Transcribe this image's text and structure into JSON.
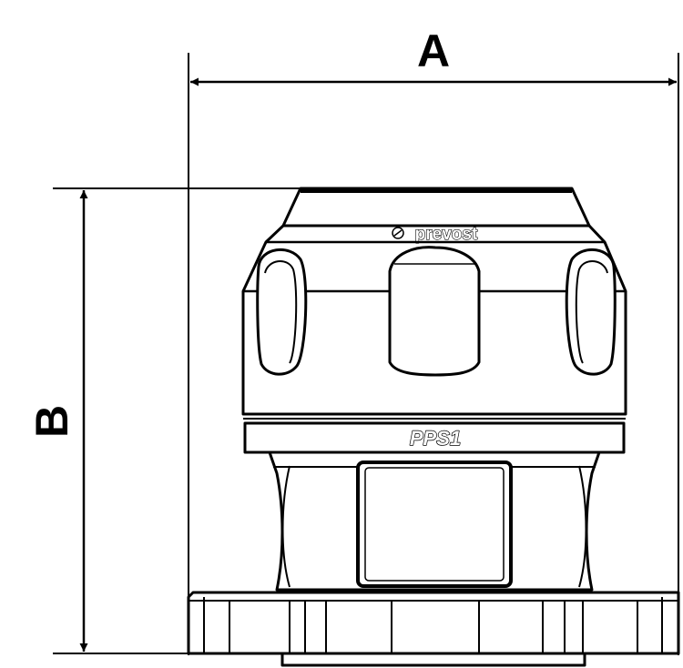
{
  "dimensions": {
    "width_label": "A",
    "height_label": "B"
  },
  "fitting": {
    "brand_text": "prevost",
    "model_text": "PPS1"
  }
}
